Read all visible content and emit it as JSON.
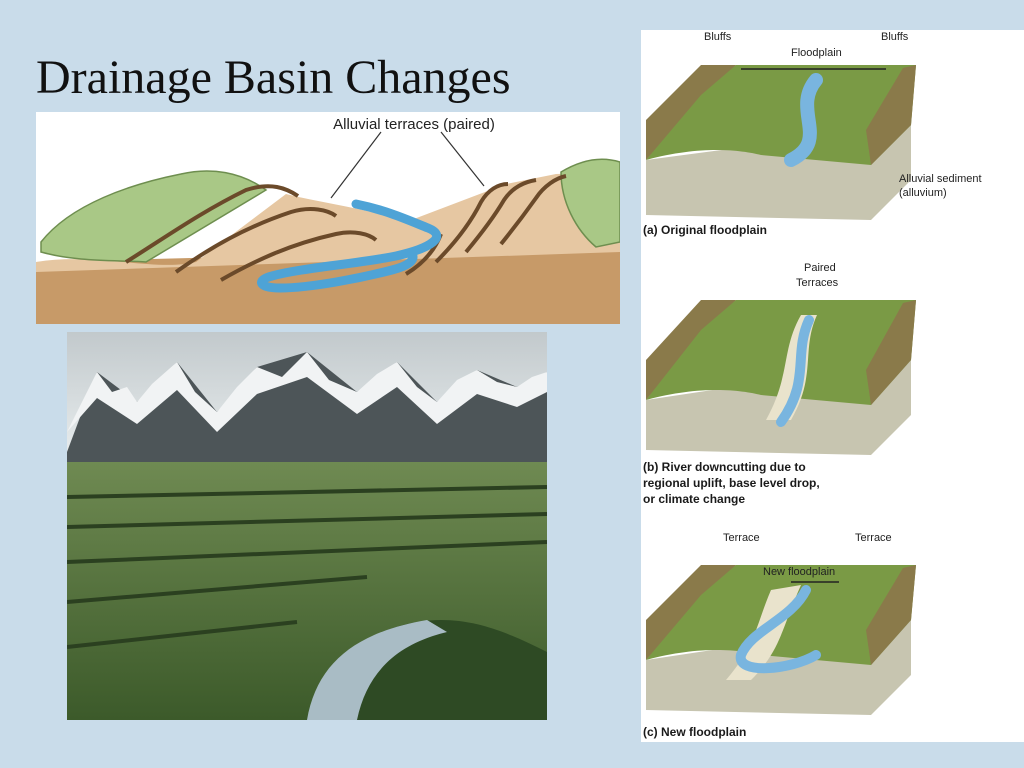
{
  "slide": {
    "title": "Drainage Basin Changes"
  },
  "terrace_diagram": {
    "label": "Alluvial terraces (paired)"
  },
  "floodplain_panels": {
    "a": {
      "labels": {
        "left": "Bluffs",
        "center": "Floodplain",
        "right": "Bluffs",
        "sediment_1": "Alluvial sediment",
        "sediment_2": "(alluvium)"
      },
      "caption": "(a) Original floodplain"
    },
    "b": {
      "labels": {
        "line1": "Paired",
        "line2": "Terraces"
      },
      "caption_lines": [
        "(b) River downcutting due to",
        "regional uplift, base level drop,",
        "or climate change"
      ]
    },
    "c": {
      "labels": {
        "left": "Terrace",
        "center": "New floodplain",
        "right": "Terrace"
      },
      "caption": "(c) New floodplain"
    }
  }
}
